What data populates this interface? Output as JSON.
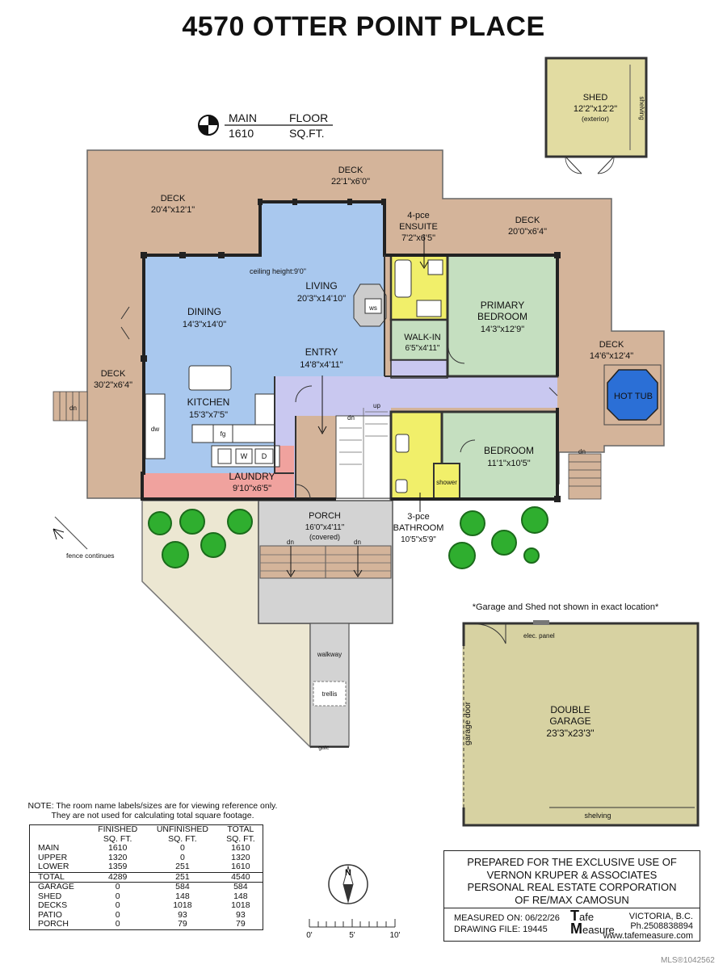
{
  "title": "4570 OTTER POINT PLACE",
  "floor_label": {
    "line1a": "MAIN",
    "line1b": "FLOOR",
    "line2a": "1610",
    "line2b": "SQ.FT."
  },
  "rooms": {
    "deck_top": {
      "name": "DECK",
      "size": "22'1\"x6'0\""
    },
    "deck_left": {
      "name": "DECK",
      "size": "20'4\"x12'1\""
    },
    "deck_right": {
      "name": "DECK",
      "size": "20'0\"x6'4\""
    },
    "deck_far_right": {
      "name": "DECK",
      "size": "14'6\"x12'4\""
    },
    "deck_west": {
      "name": "DECK",
      "size": "30'2\"x6'4\""
    },
    "ensuite": {
      "name1": "4-pce",
      "name2": "ENSUITE",
      "size": "7'2\"x6'5\""
    },
    "ceiling": "ceiling height:9'0\"",
    "living": {
      "name": "LIVING",
      "size": "20'3\"x14'10\""
    },
    "dining": {
      "name": "DINING",
      "size": "14'3\"x14'0\""
    },
    "ws": "ws",
    "primary": {
      "name1": "PRIMARY",
      "name2": "BEDROOM",
      "size": "14'3\"x12'9\""
    },
    "walkin": {
      "name": "WALK-IN",
      "size": "6'5\"x4'11\""
    },
    "entry": {
      "name": "ENTRY",
      "size": "14'8\"x4'11\""
    },
    "hot_tub": "HOT TUB",
    "kitchen": {
      "name": "KITCHEN",
      "size": "15'3\"x7'5\""
    },
    "dw": "dw",
    "fg": "fg",
    "w": "W",
    "d": "D",
    "bedroom": {
      "name": "BEDROOM",
      "size": "11'1\"x10'5\""
    },
    "laundry": {
      "name": "LAUNDRY",
      "size": "9'10\"x6'5\""
    },
    "shower": "shower",
    "porch": {
      "name": "PORCH",
      "size": "16'0\"x4'11\"",
      "note": "(covered)"
    },
    "bathroom": {
      "name1": "3-pce",
      "name2": "BATHROOM",
      "size": "10'5\"x5'9\""
    },
    "shed": {
      "name": "SHED",
      "size": "12'2\"x12'2\"",
      "note": "(exterior)",
      "shelving": "shelving"
    },
    "garage": {
      "name1": "DOUBLE",
      "name2": "GARAGE",
      "size": "23'3\"x23'3\"",
      "door": "garage door",
      "panel": "elec. panel",
      "shelving": "shelving"
    }
  },
  "labels": {
    "dn": "dn",
    "up": "up",
    "fence": "fence continues",
    "walkway": "walkway",
    "trellis": "trellis",
    "gate": "gate"
  },
  "disclaimer": "*Garage and Shed not shown in exact location*",
  "note": "NOTE: The room name labels/sizes are for viewing reference only. They are not used for calculating total square footage.",
  "sqft_table": {
    "headers1": [
      "",
      "FINISHED",
      "UNFINISHED",
      "TOTAL"
    ],
    "headers2": [
      "",
      "SQ. FT.",
      "SQ. FT.",
      "SQ. FT."
    ],
    "rows": [
      [
        "MAIN",
        "1610",
        "0",
        "1610"
      ],
      [
        "UPPER",
        "1320",
        "0",
        "1320"
      ],
      [
        "LOWER",
        "1359",
        "251",
        "1610"
      ],
      [
        "TOTAL",
        "4289",
        "251",
        "4540"
      ],
      [
        "GARAGE",
        "0",
        "584",
        "584"
      ],
      [
        "SHED",
        "0",
        "148",
        "148"
      ],
      [
        "DECKS",
        "0",
        "1018",
        "1018"
      ],
      [
        "PATIO",
        "0",
        "93",
        "93"
      ],
      [
        "PORCH",
        "0",
        "79",
        "79"
      ]
    ]
  },
  "compass": "N",
  "scale": [
    "0'",
    "5'",
    "10'"
  ],
  "prepared": [
    "PREPARED FOR THE EXCLUSIVE USE OF",
    "VERNON KRUPER & ASSOCIATES",
    "PERSONAL REAL ESTATE CORPORATION",
    "OF RE/MAX CAMOSUN"
  ],
  "measured": {
    "on": "MEASURED ON: 06/22/26",
    "file": "DRAWING FILE:  19445",
    "logo1": "afe",
    "logo2": "easure",
    "city": "VICTORIA, B.C.",
    "phone": "Ph.2508838894",
    "web": "www.tafemeasure.com"
  },
  "mls": "MLS®1042562",
  "colors": {
    "deck": "#d4b49a",
    "living": "#a9c8ee",
    "bedroom": "#c5dfc0",
    "bath": "#f1ef6a",
    "hall": "#c9c8f0",
    "laundry": "#f0a29e",
    "porch": "#d3d3d3",
    "shed": "#e2dca2",
    "garage": "#d7d2a2",
    "patio": "#ece7d2",
    "hottub": "#2b6fd6",
    "tree": "#2fae2f"
  }
}
